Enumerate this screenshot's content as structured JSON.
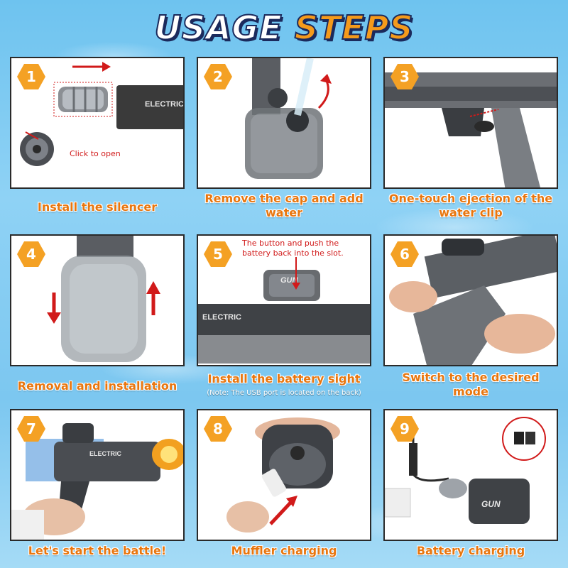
{
  "title": {
    "part1": "USAGE",
    "part2": "STEPS"
  },
  "steps": [
    {
      "num": "1",
      "caption": "Install the silencer",
      "note": "Click to open"
    },
    {
      "num": "2",
      "caption": "Remove the cap and add water"
    },
    {
      "num": "3",
      "caption": "One-touch ejection of the water clip"
    },
    {
      "num": "4",
      "caption": "Removal and installation"
    },
    {
      "num": "5",
      "caption": "Install the battery sight",
      "subnote": "(Note: The USB port is located on the back)",
      "note_line1": "The button and push the",
      "note_line2": "battery back into the slot."
    },
    {
      "num": "6",
      "caption": "Switch to the desired mode"
    },
    {
      "num": "7",
      "caption": "Let's start the battle!"
    },
    {
      "num": "8",
      "caption": "Muffler charging"
    },
    {
      "num": "9",
      "caption": "Battery charging"
    }
  ]
}
